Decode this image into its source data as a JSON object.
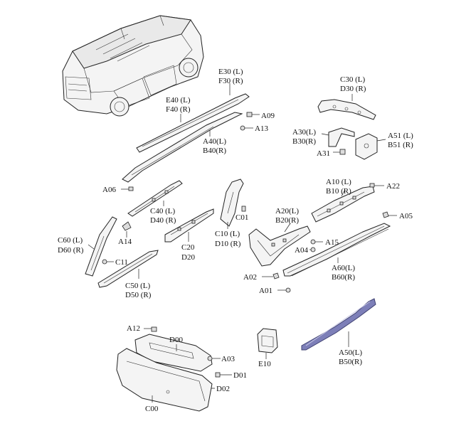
{
  "labels": {
    "E30": "E30 (L)",
    "F30": "F30 (R)",
    "E40": "E40 (L)",
    "F40": "F40 (R)",
    "A09": "A09",
    "A13": "A13",
    "A40": "A40(L)",
    "B40": "B40(R)",
    "C30": "C30 (L)",
    "D30": "D30 (R)",
    "A30": "A30(L)",
    "B30": "B30(R)",
    "A51": "A51 (L)",
    "B51": "B51 (R)",
    "A31": "A31",
    "A06": "A06",
    "A10": "A10 (L)",
    "B10": "B10 (R)",
    "A22": "A22",
    "C40": "C40 (L)",
    "D40": "D40 (R)",
    "C01": "C01",
    "A20": "A20(L)",
    "B20": "B20(R)",
    "A05": "A05",
    "A14": "A14",
    "C60": "C60 (L)",
    "D60": "D60 (R)",
    "C10": "C10 (L)",
    "D10": "D10 (R)",
    "C20": "C20",
    "D20": "D20",
    "A04": "A04",
    "A15": "A15",
    "C11": "C11",
    "A60": "A60(L)",
    "B60": "B60(R)",
    "C50": "C50 (L)",
    "D50": "D50 (R)",
    "A02": "A02",
    "A01": "A01",
    "A12": "A12",
    "D00": "D00",
    "A03": "A03",
    "D01": "D01",
    "D02": "D02",
    "E10": "E10",
    "A50": "A50(L)",
    "B50": "B50(R)",
    "C00": "C00"
  },
  "colors": {
    "highlight_part": "#7d7fb8",
    "line": "#222222",
    "background": "#ffffff"
  }
}
